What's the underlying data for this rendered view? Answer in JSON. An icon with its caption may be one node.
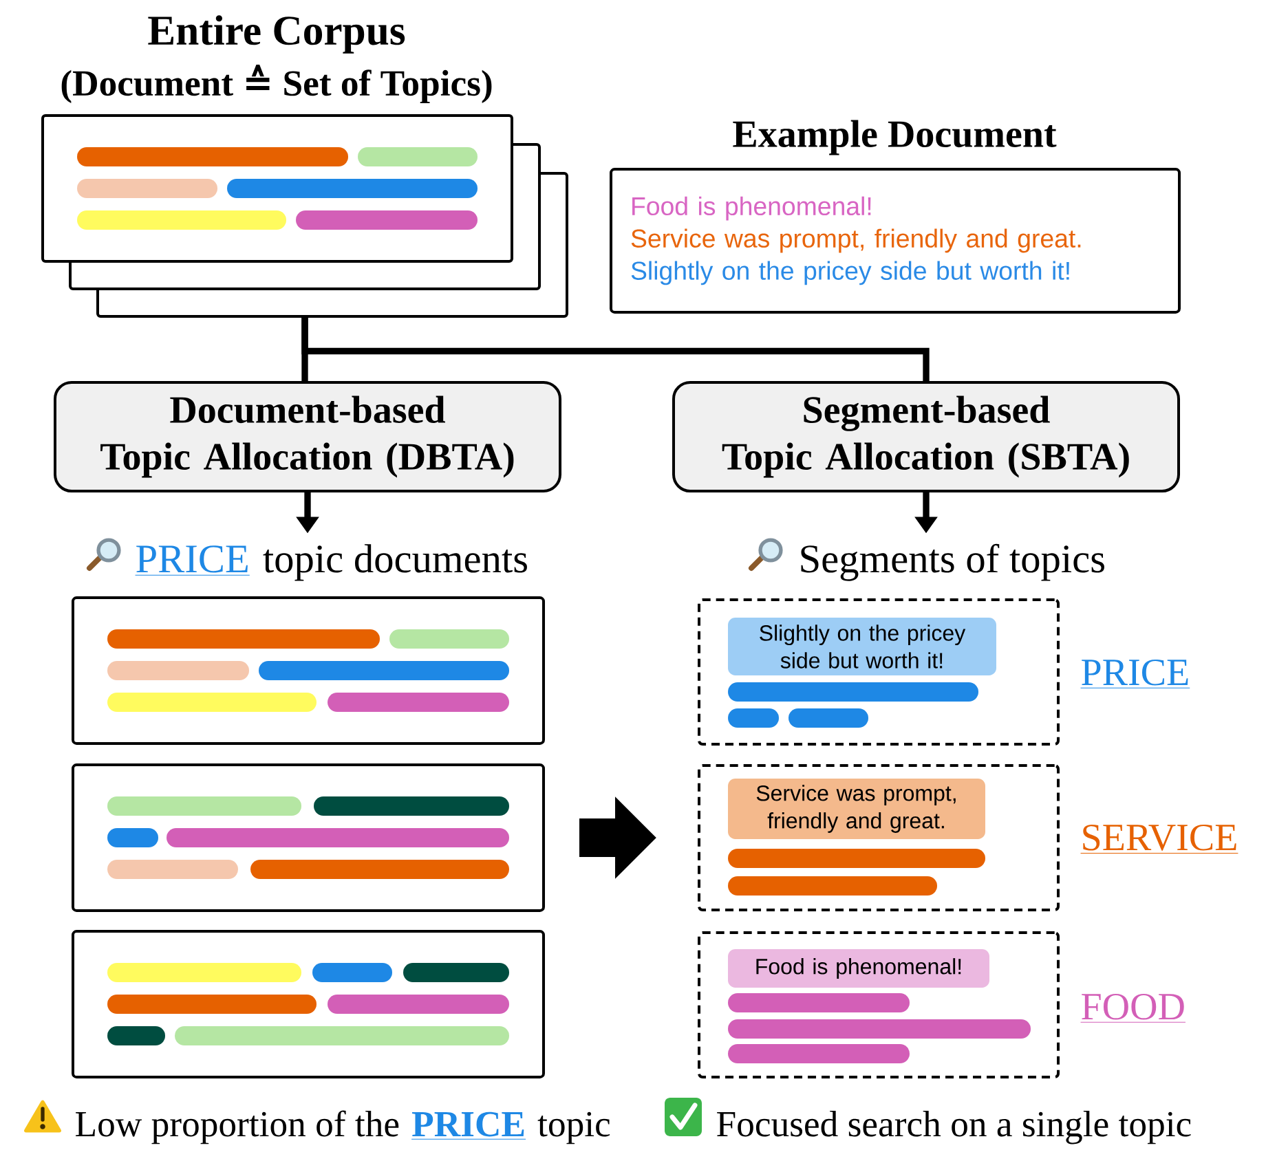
{
  "diagram": {
    "nodes": [
      {
        "text": [
          "Entire Corpus",
          "(Document ≙ Set of Topics)"
        ]
      },
      {
        "text": [
          "Example Document",
          "Food is phenomenal!",
          "Service was prompt, friendly and great.",
          "Slightly on the pricey side but worth it!"
        ]
      },
      {
        "text": [
          "Document-based Topic Allocation (DBTA)"
        ]
      },
      {
        "text": [
          "Segment-based Topic Allocation (SBTA)"
        ]
      },
      {
        "text": [
          "PRICE",
          "topic documents"
        ]
      },
      {
        "text": [
          "Segments of topics"
        ]
      },
      {
        "text": [],
        "shape": "box"
      },
      {
        "text": [],
        "shape": "box"
      },
      {
        "text": [],
        "shape": "box"
      },
      {
        "text": [
          "Slightly on the pricey side but worth it!"
        ],
        "beside": [
          "PRICE"
        ]
      },
      {
        "text": [
          "Service was prompt, friendly and great."
        ],
        "beside": [
          "SERVICE"
        ]
      },
      {
        "text": [
          "Food is phenomenal!"
        ],
        "beside": [
          "FOOD"
        ]
      }
    ],
    "edges": [
      {
        "from": 0,
        "to": 2,
        "arrow": "none"
      },
      {
        "from": 0,
        "to": 3,
        "arrow": "none"
      },
      {
        "from": 2,
        "to": 4,
        "arrow": "to"
      },
      {
        "from": 3,
        "to": 5,
        "arrow": "to"
      },
      {
        "from": 7,
        "to": 10,
        "arrow": "to",
        "style": "thick"
      }
    ],
    "labels": [
      "Low proportion of the",
      "PRICE",
      "topic",
      "Focused search on a single topic"
    ]
  }
}
